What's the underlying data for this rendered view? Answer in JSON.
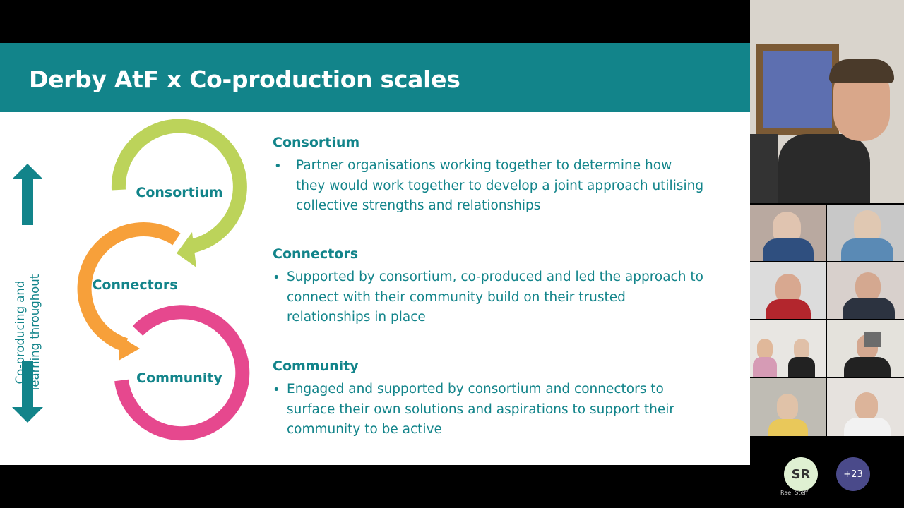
{
  "slide": {
    "title": "Derby AtF x Co-production scales",
    "side_label_line1": "Co-producing and",
    "side_label_line2": "learning throughout",
    "rings": {
      "consortium": "Consortium",
      "connectors": "Connectors",
      "community": "Community"
    },
    "sections": [
      {
        "heading": "Consortium",
        "lines": [
          "Partner organisations working together to determine how",
          "they would work together to develop a joint approach utilising",
          "collective strengths and relationships"
        ]
      },
      {
        "heading": "Connectors",
        "lines": [
          "Supported by consortium, co-produced and led the approach to",
          "connect with their community build on their trusted",
          "relationships in place"
        ]
      },
      {
        "heading": "Community",
        "lines": [
          "Engaged and supported by consortium and connectors to",
          "surface their own solutions and aspirations to support their",
          "community to be active"
        ]
      }
    ],
    "colors": {
      "teal": "#12848a",
      "green": "#bcd35a",
      "orange": "#f7a03a",
      "pink": "#e6488e"
    }
  },
  "participants": {
    "avatar_initials": "SR",
    "avatar_name": "Rae, Steff",
    "more_count": "+23"
  }
}
